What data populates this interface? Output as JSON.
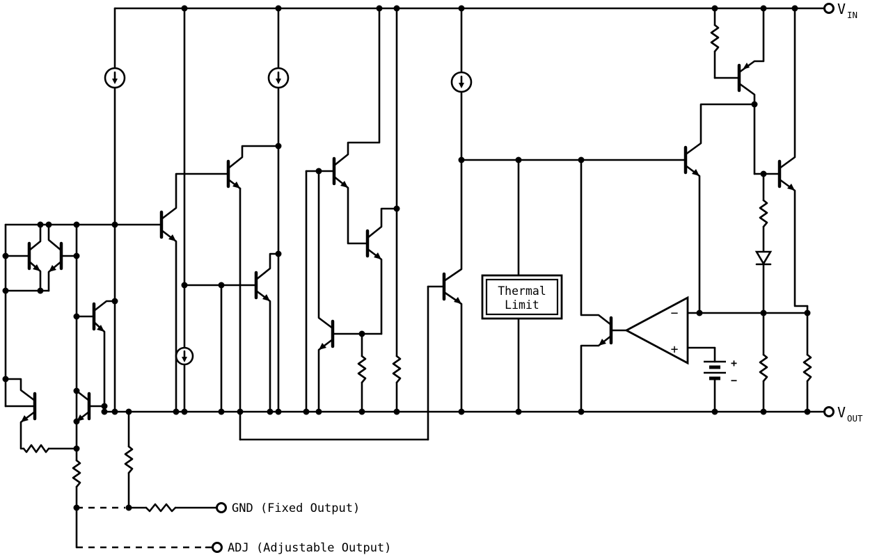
{
  "schematic": {
    "terminals": {
      "vin_label": "V",
      "vin_sub": "IN",
      "vout_label": "V",
      "vout_sub": "OUT",
      "gnd_label": "GND (Fixed Output)",
      "adj_label": "ADJ (Adjustable Output)"
    },
    "thermal_limit": {
      "line1": "Thermal",
      "line2": "Limit"
    },
    "opamp": {
      "inverting_input": "−",
      "noninverting_input": "+"
    },
    "battery": {
      "positive": "+",
      "negative": "−"
    },
    "colors": {
      "wire": "#000000",
      "background": "#ffffff"
    }
  }
}
